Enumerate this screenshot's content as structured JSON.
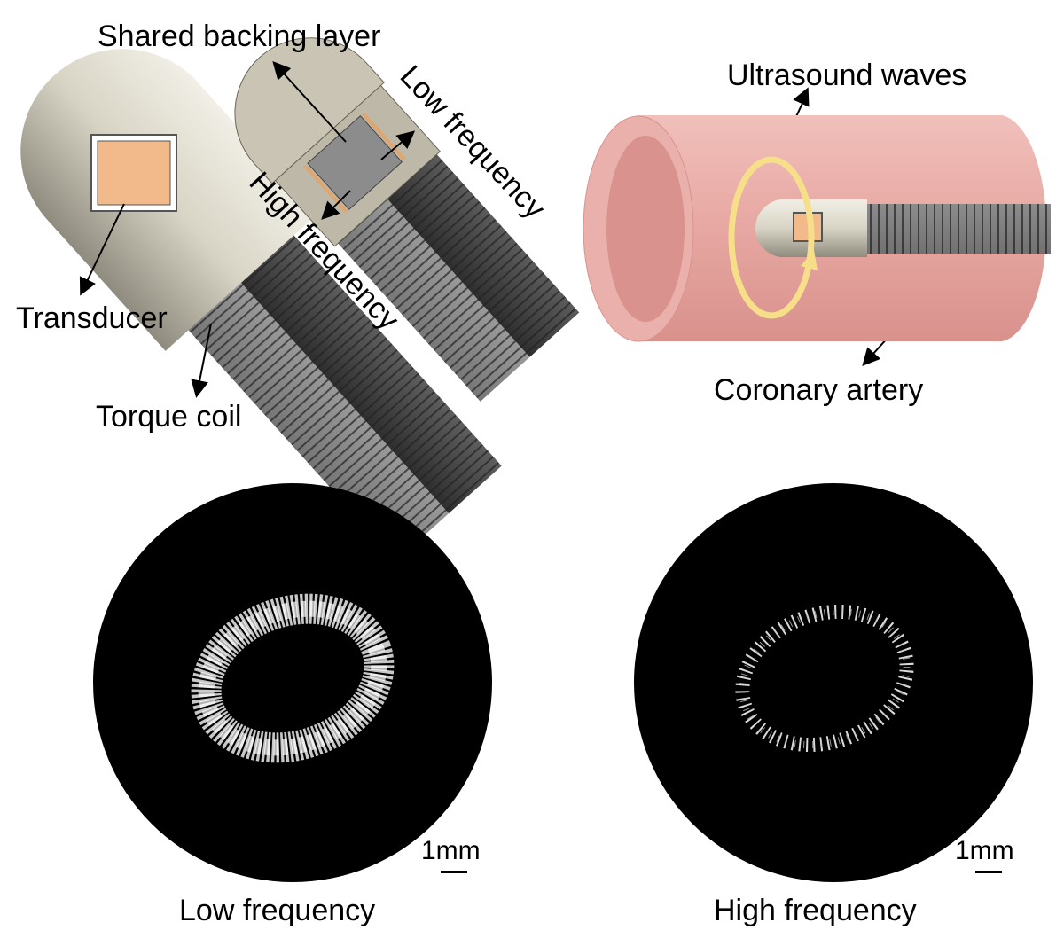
{
  "labels": {
    "shared_backing_layer": "Shared backing layer",
    "low_frequency_arrow": "Low frequency",
    "high_frequency_arrow": "High frequency",
    "transducer": "Transducer",
    "torque_coil": "Torque coil",
    "ultrasound_waves": "Ultrasound waves",
    "coronary_artery": "Coronary artery"
  },
  "images": [
    {
      "caption": "Low frequency",
      "scale_bar": "1mm"
    },
    {
      "caption": "High frequency",
      "scale_bar": "1mm"
    }
  ],
  "colors": {
    "artery": "#e9a7a3",
    "transducer": "#f2b98a",
    "waves": "#f7df8a",
    "coil": "#5a5a5a",
    "housing": "#cfcbbd"
  }
}
